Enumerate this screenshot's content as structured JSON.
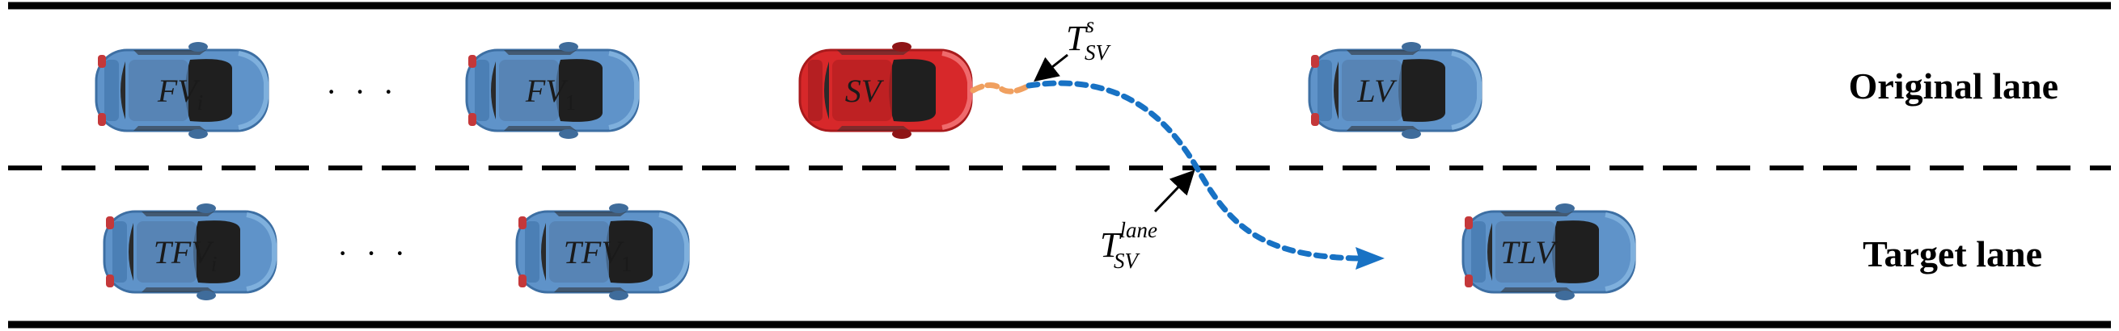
{
  "lanes": {
    "original": "Original lane",
    "target": "Target lane"
  },
  "ellipsis": "· · ·",
  "vehicles": {
    "fv_i": {
      "base": "FV",
      "sub": "i"
    },
    "fv_1": {
      "base": "FV",
      "sub": "1"
    },
    "sv": {
      "base": "SV"
    },
    "lv": {
      "base": "LV"
    },
    "tfv_i": {
      "base": "TFV",
      "sub": "i"
    },
    "tfv_1": {
      "base": "TFV",
      "sub": "1"
    },
    "tlv": {
      "base": "TLV"
    }
  },
  "annotations": {
    "t_sv_s": {
      "base": "T",
      "sup": "s",
      "sub": "SV"
    },
    "t_sv_lane": {
      "base": "T",
      "sup": "lane",
      "sub": "SV"
    }
  },
  "colors": {
    "blue_car": "#5f93c9",
    "red_car": "#d7282a",
    "trajectory_blue": "#1872c4",
    "trajectory_orange": "#f0a060"
  }
}
